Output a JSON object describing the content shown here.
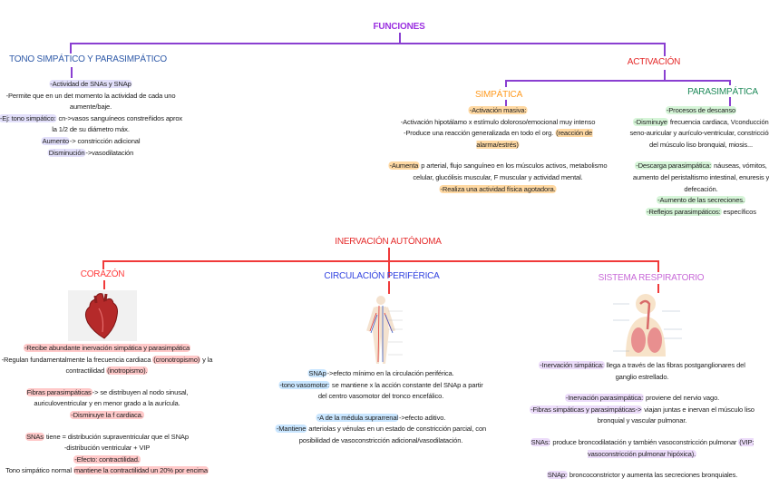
{
  "colors": {
    "purple_line": "#8a3fd1",
    "red_line": "#f03a3a",
    "funciones": "#9b30e0",
    "tono": "#2f5aa8",
    "activacion": "#e52a2a",
    "simpatica": "#ff9a1f",
    "parasimpatica": "#1f8a5a",
    "inervacion": "#e52a2a",
    "corazon": "#ff3b3b",
    "circulacion": "#3344e0",
    "respiratorio": "#c86ad8"
  },
  "funciones": {
    "title": "FUNCIONES"
  },
  "tono": {
    "title": "TONO SIMPÁTICO Y PARASIMPÁTICO",
    "highlight": "#e3e0fb",
    "paragraphs": [
      [
        {
          "t": "-Actividad de SNAs y SNAp",
          "hl": true
        }
      ],
      [
        {
          "t": "-Permite que en un det momento la actividad de cada uno aumente/baje."
        }
      ],
      [
        {
          "t": "-Ej: tono simpático:",
          "hl": true
        },
        {
          "t": " cn->vasos sanguíneos constreñidos aprox la 1/2 de su diámetro máx."
        }
      ],
      [
        {
          "t": "Aumento",
          "hl": true
        },
        {
          "t": "-> constricción adicional"
        }
      ],
      [
        {
          "t": "Disminución",
          "hl": true
        },
        {
          "t": "->vasodilatación"
        }
      ]
    ]
  },
  "activacion": {
    "title": "ACTIVACIÓN"
  },
  "simpatica": {
    "title": "SIMPÁTICA",
    "highlight": "#ffd9a3",
    "paragraphs": [
      [
        {
          "t": "-Activación masiva:",
          "hl": true
        }
      ],
      [
        {
          "t": "-Activación hipotálamo x estímulo doloroso/emocional muy intenso"
        }
      ],
      [
        {
          "t": "-Produce una reacción generalizada en todo el org. "
        },
        {
          "t": "(reacción de alarma/estrés)",
          "hl": true
        }
      ],
      [],
      [
        {
          "t": "-Aumenta",
          "hl": true
        },
        {
          "t": " p arterial, flujo sanguíneo en los músculos activos, metabolismo celular, glucólisis muscular, F muscular y actividad mental."
        }
      ],
      [
        {
          "t": "-Realiza una actividad física agotadora.",
          "hl": true
        }
      ]
    ]
  },
  "parasimpatica": {
    "title": "PARASIMPÁTICA",
    "highlight": "#d6f5d8",
    "paragraphs": [
      [
        {
          "t": "-Procesos de descanso",
          "hl": true
        }
      ],
      [
        {
          "t": "-Disminuye",
          "hl": true
        },
        {
          "t": " frecuencia cardiaca, Vconducción seno-auricular y aurículo-ventricular, constricción del músculo liso bronquial, miosis..."
        }
      ],
      [],
      [
        {
          "t": "-Descarga parasimpática:",
          "hl": true
        },
        {
          "t": " náuseas, vómitos, aumento del peristaltismo intestinal, enuresis y defecación."
        }
      ],
      [
        {
          "t": "-Aumento de las secreciones.",
          "hl": true
        }
      ],
      [
        {
          "t": "-Reflejos parasimpáticos:",
          "hl": true
        },
        {
          "t": " específicos"
        }
      ]
    ]
  },
  "inervacion": {
    "title": "INERVACIÓN AUTÓNOMA"
  },
  "corazon": {
    "title": "CORAZÓN",
    "highlight": "#ffc9c9",
    "paragraphs": [
      [
        {
          "t": "-Recibe abundante inervación simpática y parasimpática",
          "hl": true
        }
      ],
      [
        {
          "t": "-Regulan fundamentalmente la frecuencia cardiaca "
        },
        {
          "t": "(cronotropismo)",
          "hl": true
        },
        {
          "t": " y la contractilidad "
        },
        {
          "t": "(inotropismo).",
          "hl": true
        }
      ],
      [],
      [
        {
          "t": "Fibras parasimpáticas",
          "hl": true
        },
        {
          "t": "-> se distribuyen al nodo sinusal, auriculoventricular y en menor grado a la aurícula."
        }
      ],
      [
        {
          "t": "-Disminuye la f cardiaca.",
          "hl": true
        }
      ],
      [],
      [
        {
          "t": "SNAs",
          "hl": true
        },
        {
          "t": " tiene = distribución supraventricular que el SNAp"
        }
      ],
      [
        {
          "t": "-distribución ventricular + VIP"
        }
      ],
      [
        {
          "t": "-Efecto: contractilidad.",
          "hl": true
        }
      ],
      [
        {
          "t": "Tono simpático normal "
        },
        {
          "t": "mantiene la contractilidad un 20% por encima",
          "hl": true
        }
      ]
    ]
  },
  "circulacion": {
    "title": "CIRCULACIÓN PERIFÉRICA",
    "highlight": "#c9e6ff",
    "paragraphs": [
      [
        {
          "t": "SNAp",
          "hl": true
        },
        {
          "t": "->efecto mínimo en la circulación periférica."
        }
      ],
      [
        {
          "t": "-tono vasomotor:",
          "hl": true
        },
        {
          "t": " se mantiene x la acción constante del SNAp a partir del centro vasomotor del tronco encefálico."
        }
      ],
      [],
      [
        {
          "t": "-A de la médula suprarrenal",
          "hl": true
        },
        {
          "t": "->efecto aditivo."
        }
      ],
      [
        {
          "t": "-Mantiene",
          "hl": true
        },
        {
          "t": " arteriolas y vénulas en un estado de constricción parcial, con posibilidad de vasoconstricción adicional/vasodilatación."
        }
      ]
    ]
  },
  "respiratorio": {
    "title": "SISTEMA RESPIRATORIO",
    "highlight": "#ecdcfa",
    "paragraphs": [
      [
        {
          "t": "-Inervación simpática:",
          "hl": true
        },
        {
          "t": " llega a través de las fibras postganglionares del ganglio estrellado."
        }
      ],
      [],
      [
        {
          "t": "-Inervación parasimpática:",
          "hl": true
        },
        {
          "t": " proviene del nervio vago."
        }
      ],
      [
        {
          "t": "-Fibras simpáticas y parasimpáticas->",
          "hl": true
        },
        {
          "t": " viajan juntas e inervan el músculo liso bronquial y vascular pulmonar."
        }
      ],
      [],
      [
        {
          "t": "SNAs:",
          "hl": true
        },
        {
          "t": " produce broncodilatación y también vasoconstricción pulmonar "
        },
        {
          "t": "(VIP: vasoconstricción pulmonar hipóxica).",
          "hl": true
        }
      ],
      [],
      [
        {
          "t": "SNAp:",
          "hl": true
        },
        {
          "t": " broncoconstrictor y aumenta las secreciones bronquiales."
        }
      ]
    ]
  },
  "images": {
    "heart": "heart-illustration",
    "body": "circulatory-system-illustration",
    "lungs": "respiratory-system-illustration"
  }
}
